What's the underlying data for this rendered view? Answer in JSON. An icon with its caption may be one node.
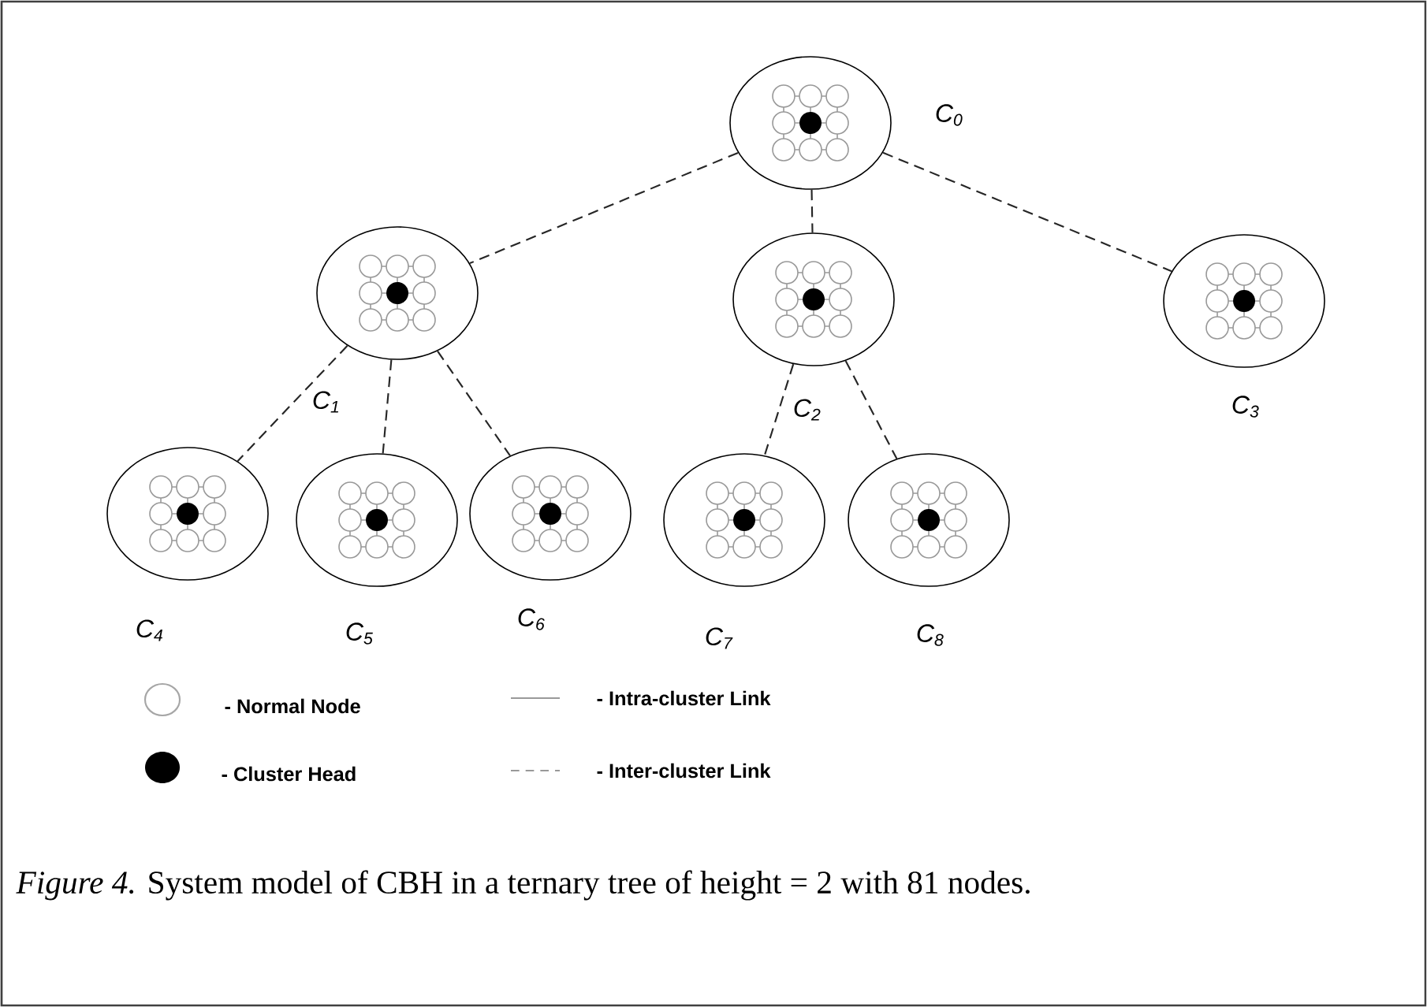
{
  "diagram": {
    "caption": "*Figure 4.* System model of CBH in a ternary tree of height = 2 with 81 nodes.",
    "nodes": [
      {
        "text": [
          "C$_{0}$"
        ]
      },
      {
        "text": [
          "C$_{1}$"
        ]
      },
      {
        "text": [
          "C$_{2}$"
        ]
      },
      {
        "text": [
          "C$_{3}$"
        ]
      },
      {
        "text": [
          "C$_{4}$"
        ]
      },
      {
        "text": [
          "C$_{5}$"
        ]
      },
      {
        "text": [
          "C$_{6}$"
        ]
      },
      {
        "text": [
          "C$_{7}$"
        ]
      },
      {
        "text": [
          "C$_{8}$"
        ]
      }
    ],
    "edges": [
      {
        "from": 0,
        "to": 1,
        "arrow": "none",
        "style": "dashed"
      },
      {
        "from": 0,
        "to": 2,
        "arrow": "none",
        "style": "dashed"
      },
      {
        "from": 0,
        "to": 3,
        "arrow": "none",
        "style": "dashed"
      },
      {
        "from": 1,
        "to": 4,
        "arrow": "none",
        "style": "dashed"
      },
      {
        "from": 1,
        "to": 5,
        "arrow": "none",
        "style": "dashed"
      },
      {
        "from": 1,
        "to": 6,
        "arrow": "none",
        "style": "dashed"
      },
      {
        "from": 2,
        "to": 7,
        "arrow": "none",
        "style": "dashed"
      },
      {
        "from": 2,
        "to": 8,
        "arrow": "none",
        "style": "dashed"
      }
    ],
    "legend": [
      {
        "text": "- Normal Node"
      },
      {
        "text": "- Cluster Head"
      },
      {
        "text": "- Intra-cluster Link"
      },
      {
        "text": "- Inter-cluster Link"
      }
    ]
  }
}
